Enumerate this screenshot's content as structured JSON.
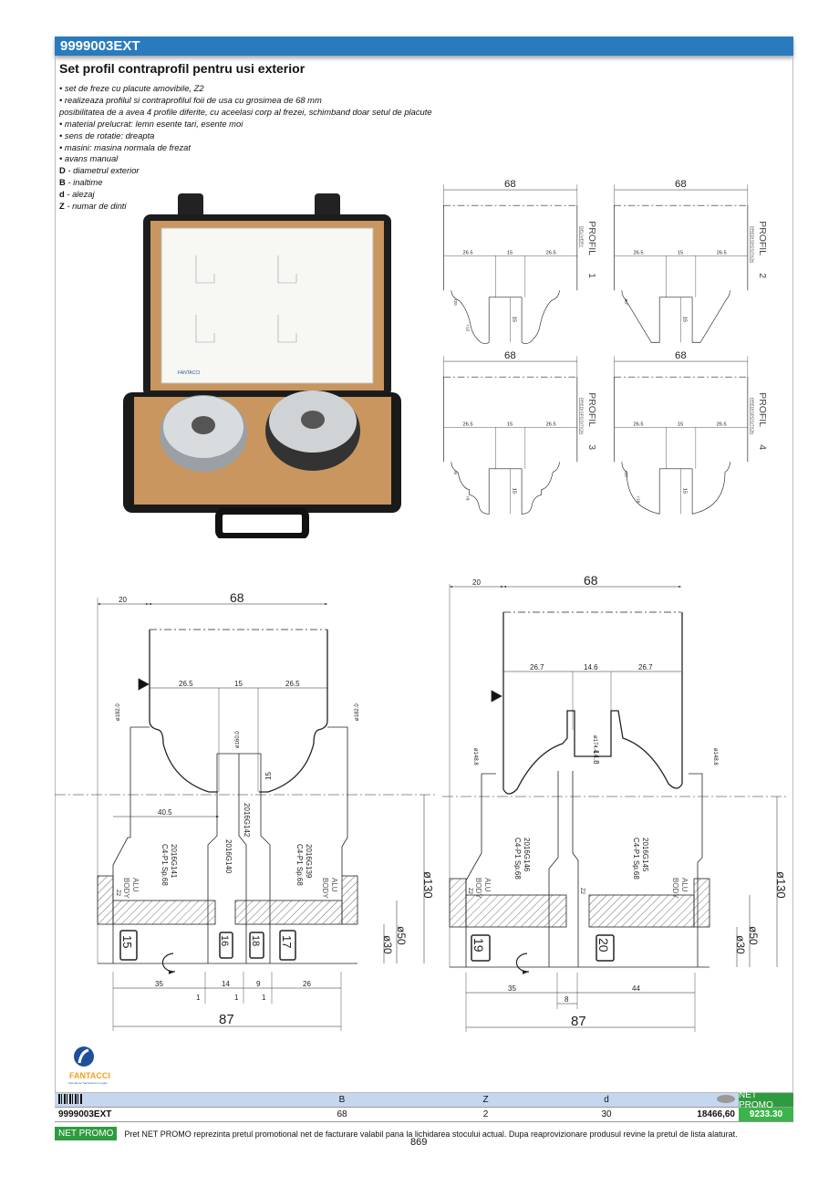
{
  "header": {
    "code": "9999003EXT"
  },
  "title": "Set profil contraprofil pentru usi exterior",
  "specs": [
    "• set de freze cu placute amovibile, Z2",
    "• realizeaza profilul si contraprofilul foii de usa cu grosimea de 68 mm",
    "posibilitatea de a avea 4 profile diferite, cu aceelasi corp al frezei, schimband doar setul de placute",
    "• material prelucrat: lemn esente tari, esente moi",
    "• sens de rotatie: dreapta",
    "• masini: masina normala de frezat",
    "• avans manual"
  ],
  "legend": [
    {
      "key": "D",
      "text": " - diametrul exterior"
    },
    {
      "key": "B",
      "text": " - inaltime"
    },
    {
      "key": "d",
      "text": " - alezaj"
    },
    {
      "key": "Z",
      "text": " - numar de dinti"
    }
  ],
  "photo": {
    "brand": "FANTACCI"
  },
  "profiles": [
    {
      "width": "68",
      "name": "PROFIL",
      "num": "1",
      "sub": "DELIVERY",
      "d1": "26.5",
      "d2": "15",
      "d3": "26.5",
      "depth": "15",
      "r1": "r20",
      "r2": "r12",
      "shape": "ogee"
    },
    {
      "width": "68",
      "name": "PROFIL",
      "num": "2",
      "sub": "PREDISPOSITION",
      "d1": "26.5",
      "d2": "15",
      "d3": "26.5",
      "depth": "15",
      "r1": "50°",
      "r2": "",
      "shape": "bevel"
    },
    {
      "width": "68",
      "name": "PROFIL",
      "num": "3",
      "sub": "PREDISPOSITION",
      "d1": "26.5",
      "d2": "15",
      "d3": "26.5",
      "depth": "15",
      "r1": "r6",
      "r2": "r9",
      "shape": "step"
    },
    {
      "width": "68",
      "name": "PROFIL",
      "num": "4",
      "sub": "PREDISPOSITION",
      "d1": "26.5",
      "d2": "15",
      "d3": "26.5",
      "depth": "15",
      "r1": "r20",
      "r2": "r18",
      "shape": "round"
    }
  ],
  "drawing_left": {
    "w20": "20",
    "w68": "68",
    "d1": "26.5",
    "d2": "15",
    "d3": "26.5",
    "dia182": "ø182.0",
    "dia160": "ø160.0",
    "depth": "15",
    "w405": "40.5",
    "parts": [
      "2016G141",
      "C4-P1 Sp.68",
      "2016G140",
      "2016G142",
      "2016G139",
      "C4-P1 Sp.68"
    ],
    "alu": "ALU",
    "body": "BODY",
    "z2": "Z2",
    "boxes": [
      "15",
      "16",
      "18",
      "17"
    ],
    "dia130": "ø130",
    "dia50": "ø50",
    "dia30": "ø30",
    "b35": "35",
    "b14": "14",
    "b9": "9",
    "b26": "26",
    "b1": "1",
    "total": "87"
  },
  "drawing_right": {
    "w20": "20",
    "w68": "68",
    "d1": "26.7",
    "d2": "14.6",
    "d3": "26.7",
    "dia174": "ø174.4",
    "depth": "14.8",
    "dia148": "ø148.8",
    "parts": [
      "2016G146",
      "C4-P1 Sp.68",
      "2016G145",
      "C4-P1 Sp.68"
    ],
    "alu": "ALU",
    "body": "BODY",
    "z2": "Z2",
    "boxes": [
      "19",
      "20"
    ],
    "dia130": "ø130",
    "dia50": "ø50",
    "dia30": "ø30",
    "b35": "35",
    "b8": "8",
    "b44": "44",
    "total": "87"
  },
  "logo": {
    "name": "FANTACCI",
    "tagline": "Utensili per Serramenti in Legno"
  },
  "table": {
    "headers": {
      "B": "B",
      "Z": "Z",
      "d": "d",
      "promo": "NET PROMO"
    },
    "row": {
      "code": "9999003EXT",
      "B": "68",
      "Z": "2",
      "d": "30",
      "price": "18466,60",
      "promo": "9233.30"
    }
  },
  "note": {
    "tag": "NET PROMO",
    "text": "Pret NET PROMO reprezinta pretul promotional net de facturare valabil pana la lichidarea stocului actual. Dupa reaprovizionare produsul revine la pretul de lista alaturat."
  },
  "page_number": "869",
  "colors": {
    "header": "#2a7bbd",
    "promo": "#2e9c3e",
    "table_header": "#c5d7ee"
  }
}
